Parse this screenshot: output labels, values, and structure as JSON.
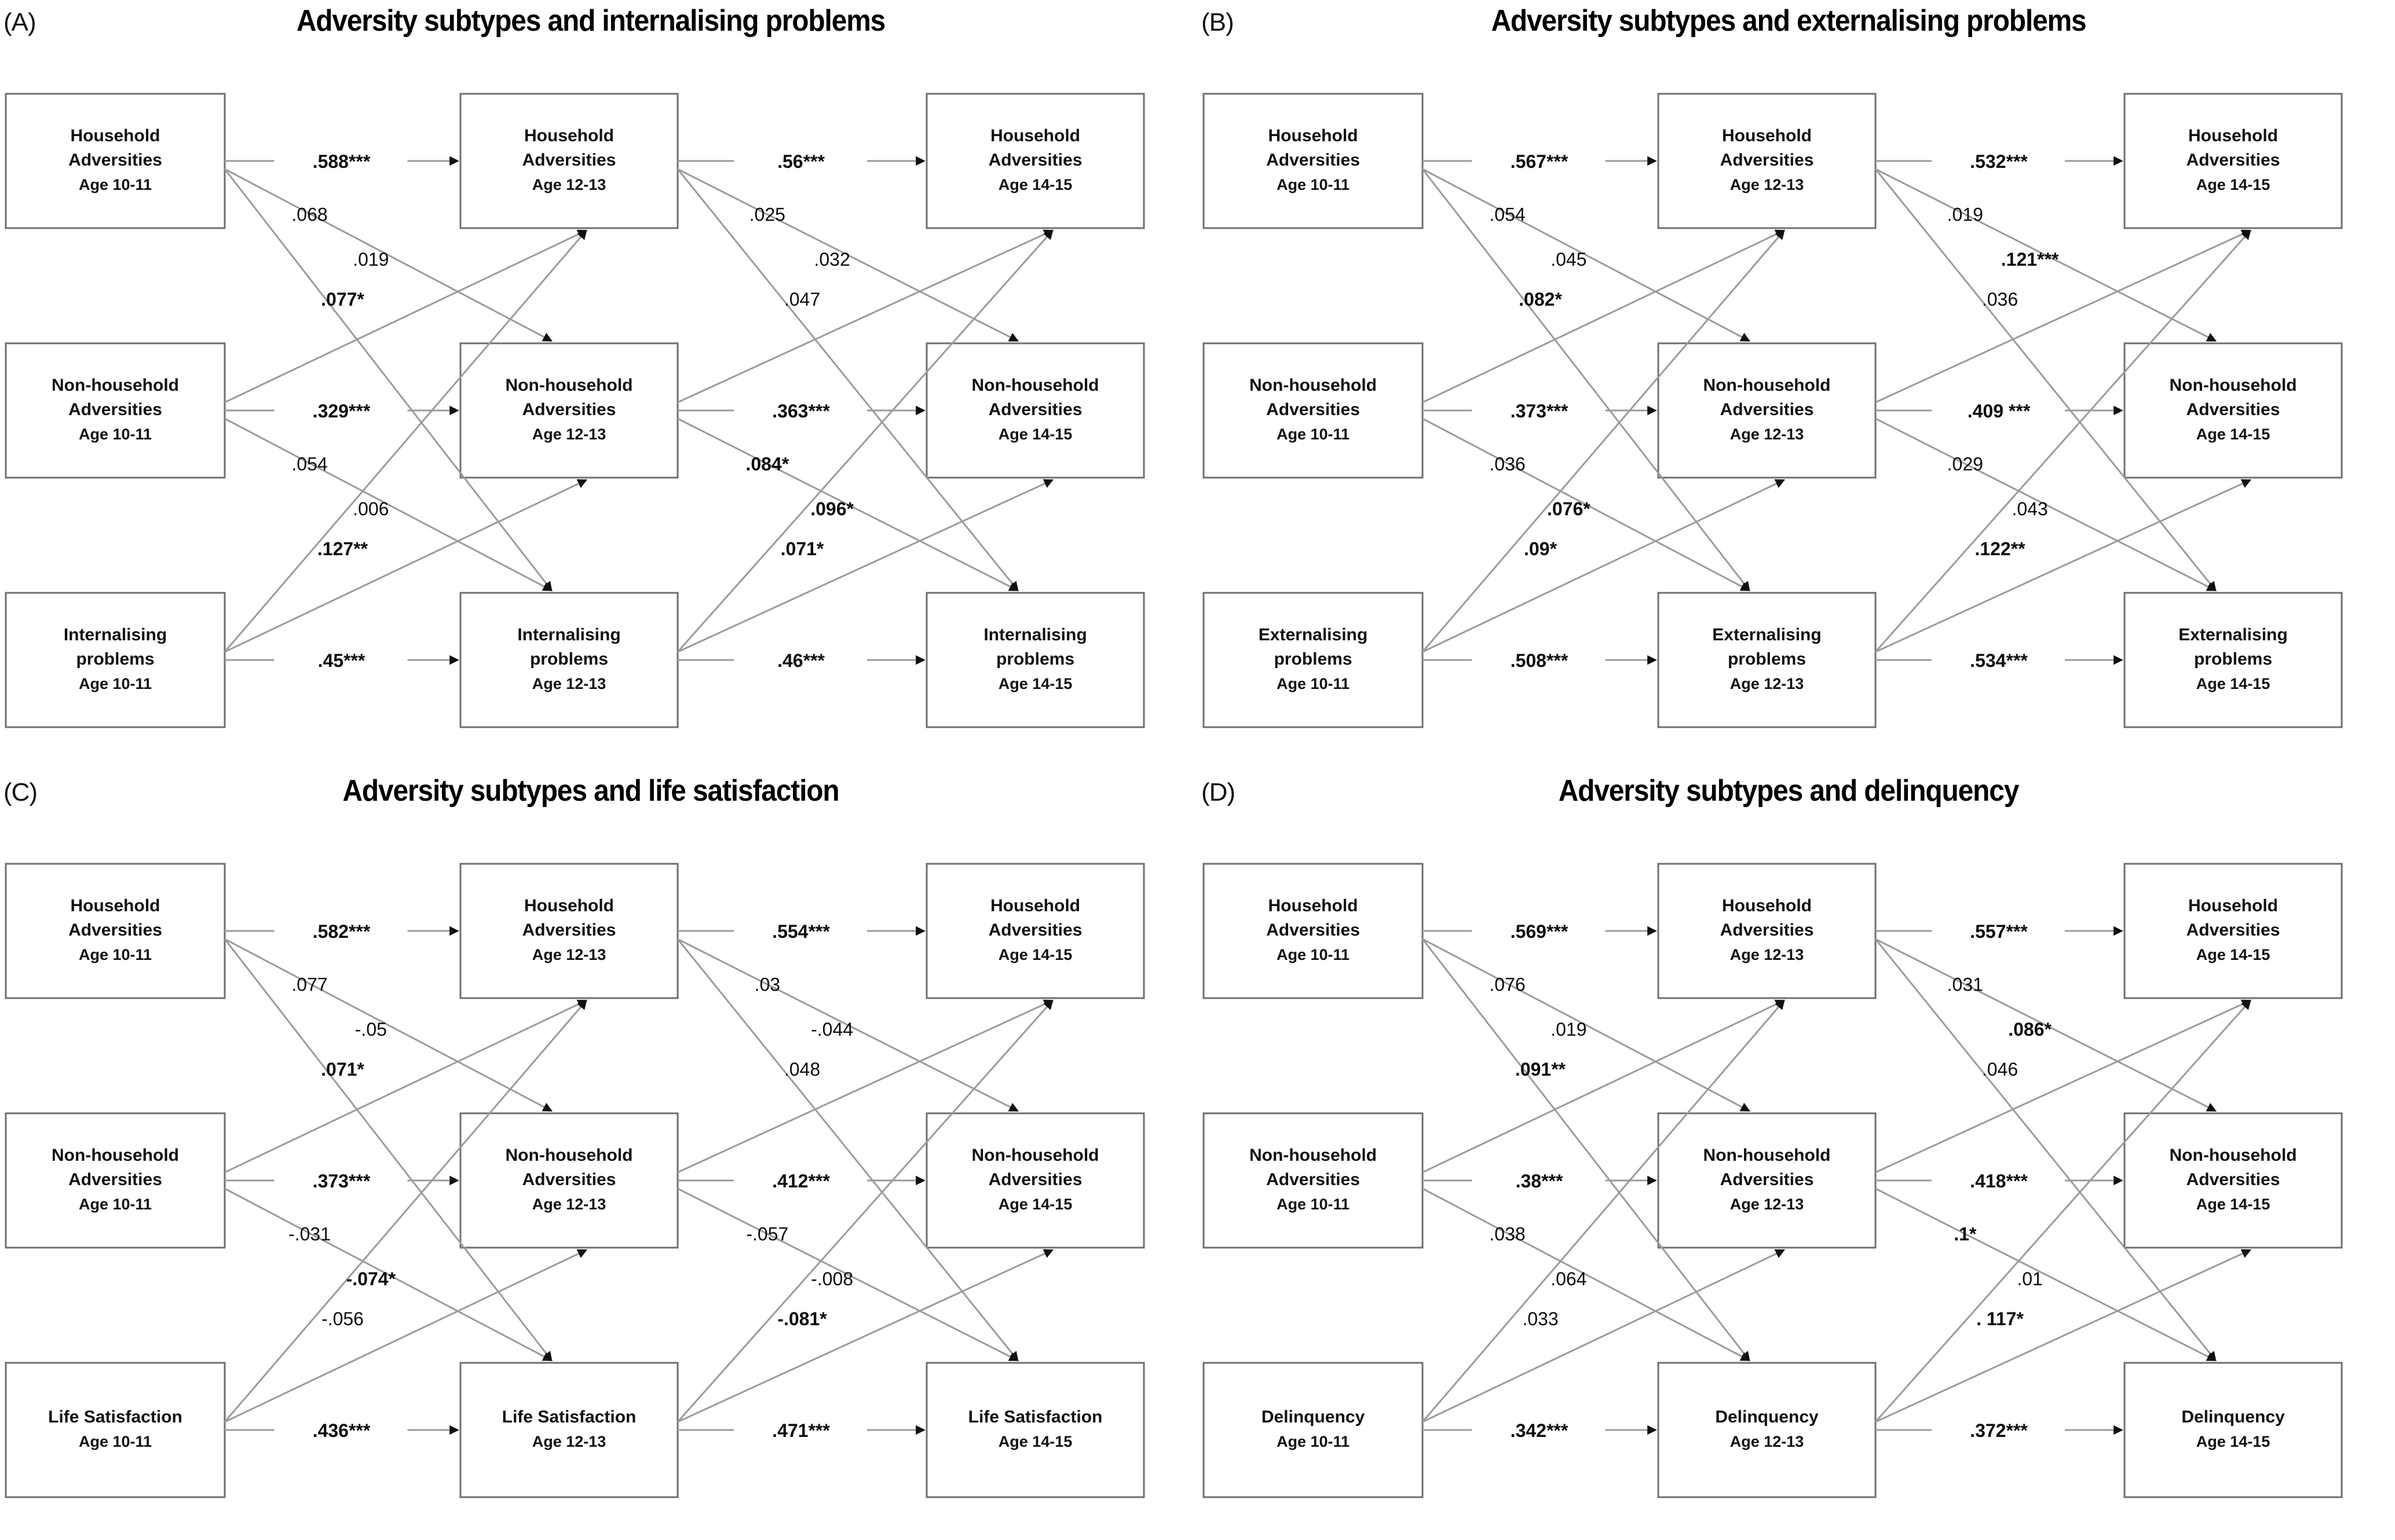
{
  "figure": {
    "type": "cross-lagged-panel-diagram",
    "panels": [
      {
        "label": "(A)",
        "title": "Adversity subtypes and internalising problems",
        "rows": [
          {
            "name": "Household Adversities",
            "line1": "Household",
            "line2": "Adversities"
          },
          {
            "name": "Non-household Adversities",
            "line1": "Non-household",
            "line2": "Adversities"
          },
          {
            "name": "Internalising problems",
            "line1": "Internalising",
            "line2": "problems"
          }
        ],
        "waves": [
          "Age 10-11",
          "Age 12-13",
          "Age 14-15"
        ],
        "paths": {
          "w1_autoregressive": [
            {
              "from": "Household Adversities",
              "to": "Household Adversities",
              "value": ".588***",
              "sig": true
            },
            {
              "from": "Non-household Adversities",
              "to": "Non-household Adversities",
              "value": ".329***",
              "sig": true
            },
            {
              "from": "Internalising problems",
              "to": "Internalising problems",
              "value": ".45***",
              "sig": true
            }
          ],
          "w1_cross": [
            {
              "label": ".068",
              "sig": false
            },
            {
              "label": ".019",
              "sig": false
            },
            {
              "label": ".077*",
              "sig": true
            },
            {
              "label": ".054",
              "sig": false
            },
            {
              "label": ".006",
              "sig": false
            },
            {
              "label": ".127**",
              "sig": true
            }
          ],
          "w2_autoregressive": [
            {
              "from": "Household Adversities",
              "to": "Household Adversities",
              "value": ".56***",
              "sig": true
            },
            {
              "from": "Non-household Adversities",
              "to": "Non-household Adversities",
              "value": ".363***",
              "sig": true
            },
            {
              "from": "Internalising problems",
              "to": "Internalising problems",
              "value": ".46***",
              "sig": true
            }
          ],
          "w2_cross": [
            {
              "label": ".025",
              "sig": false
            },
            {
              "label": ".032",
              "sig": false
            },
            {
              "label": ".047",
              "sig": false
            },
            {
              "label": ".084*",
              "sig": true
            },
            {
              "label": ".096*",
              "sig": true
            },
            {
              "label": ".071*",
              "sig": true
            }
          ]
        }
      },
      {
        "label": "(B)",
        "title": "Adversity subtypes and externalising problems",
        "rows": [
          {
            "name": "Household Adversities",
            "line1": "Household",
            "line2": "Adversities"
          },
          {
            "name": "Non-household Adversities",
            "line1": "Non-household",
            "line2": "Adversities"
          },
          {
            "name": "Externalising problems",
            "line1": "Externalising",
            "line2": "problems"
          }
        ],
        "waves": [
          "Age 10-11",
          "Age 12-13",
          "Age 14-15"
        ],
        "paths": {
          "w1_autoregressive": [
            {
              "from": "Household Adversities",
              "to": "Household Adversities",
              "value": ".567***",
              "sig": true
            },
            {
              "from": "Non-household Adversities",
              "to": "Non-household Adversities",
              "value": ".373***",
              "sig": true
            },
            {
              "from": "Externalising problems",
              "to": "Externalising problems",
              "value": ".508***",
              "sig": true
            }
          ],
          "w1_cross": [
            {
              "label": ".054",
              "sig": false
            },
            {
              "label": ".045",
              "sig": false
            },
            {
              "label": ".082*",
              "sig": true
            },
            {
              "label": ".036",
              "sig": false
            },
            {
              "label": ".076*",
              "sig": true
            },
            {
              "label": ".09*",
              "sig": true
            }
          ],
          "w2_autoregressive": [
            {
              "from": "Household Adversities",
              "to": "Household Adversities",
              "value": ".532***",
              "sig": true
            },
            {
              "from": "Non-household Adversities",
              "to": "Non-household Adversities",
              "value": ".409 ***",
              "sig": true
            },
            {
              "from": "Externalising problems",
              "to": "Externalising problems",
              "value": ".534***",
              "sig": true
            }
          ],
          "w2_cross": [
            {
              "label": ".019",
              "sig": false
            },
            {
              "label": ".121***",
              "sig": true
            },
            {
              "label": ".036",
              "sig": false
            },
            {
              "label": ".029",
              "sig": false
            },
            {
              "label": ".043",
              "sig": false
            },
            {
              "label": ".122**",
              "sig": true
            }
          ]
        }
      },
      {
        "label": "(C)",
        "title": "Adversity subtypes and life satisfaction",
        "rows": [
          {
            "name": "Household Adversities",
            "line1": "Household",
            "line2": "Adversities"
          },
          {
            "name": "Non-household Adversities",
            "line1": "Non-household",
            "line2": "Adversities"
          },
          {
            "name": "Life Satisfaction",
            "line1": "Life Satisfaction",
            "line2": ""
          }
        ],
        "waves": [
          "Age 10-11",
          "Age 12-13",
          "Age 14-15"
        ],
        "paths": {
          "w1_autoregressive": [
            {
              "from": "Household Adversities",
              "to": "Household Adversities",
              "value": ".582***",
              "sig": true
            },
            {
              "from": "Non-household Adversities",
              "to": "Non-household Adversities",
              "value": ".373***",
              "sig": true
            },
            {
              "from": "Life Satisfaction",
              "to": "Life Satisfaction",
              "value": ".436***",
              "sig": true
            }
          ],
          "w1_cross": [
            {
              "label": ".077",
              "sig": false
            },
            {
              "label": "-.05",
              "sig": false
            },
            {
              "label": ".071*",
              "sig": true
            },
            {
              "label": "-.031",
              "sig": false
            },
            {
              "label": "-.074*",
              "sig": true
            },
            {
              "label": "-.056",
              "sig": false
            }
          ],
          "w2_autoregressive": [
            {
              "from": "Household Adversities",
              "to": "Household Adversities",
              "value": ".554***",
              "sig": true
            },
            {
              "from": "Non-household Adversities",
              "to": "Non-household Adversities",
              "value": ".412***",
              "sig": true
            },
            {
              "from": "Life Satisfaction",
              "to": "Life Satisfaction",
              "value": ".471***",
              "sig": true
            }
          ],
          "w2_cross": [
            {
              "label": ".03",
              "sig": false
            },
            {
              "label": "-.044",
              "sig": false
            },
            {
              "label": ".048",
              "sig": false
            },
            {
              "label": "-.057",
              "sig": false
            },
            {
              "label": "-.008",
              "sig": false
            },
            {
              "label": "-.081*",
              "sig": true
            }
          ]
        }
      },
      {
        "label": "(D)",
        "title": "Adversity subtypes and delinquency",
        "rows": [
          {
            "name": "Household Adversities",
            "line1": "Household",
            "line2": "Adversities"
          },
          {
            "name": "Non-household Adversities",
            "line1": "Non-household",
            "line2": "Adversities"
          },
          {
            "name": "Delinquency",
            "line1": "Delinquency",
            "line2": ""
          }
        ],
        "waves": [
          "Age 10-11",
          "Age 12-13",
          "Age 14-15"
        ],
        "paths": {
          "w1_autoregressive": [
            {
              "from": "Household Adversities",
              "to": "Household Adversities",
              "value": ".569***",
              "sig": true
            },
            {
              "from": "Non-household Adversities",
              "to": "Non-household Adversities",
              "value": ".38***",
              "sig": true
            },
            {
              "from": "Delinquency",
              "to": "Delinquency",
              "value": ".342***",
              "sig": true
            }
          ],
          "w1_cross": [
            {
              "label": ".076",
              "sig": false
            },
            {
              "label": ".019",
              "sig": false
            },
            {
              "label": ".091**",
              "sig": true
            },
            {
              "label": ".038",
              "sig": false
            },
            {
              "label": ".064",
              "sig": false
            },
            {
              "label": ".033",
              "sig": false
            }
          ],
          "w2_autoregressive": [
            {
              "from": "Household Adversities",
              "to": "Household Adversities",
              "value": ".557***",
              "sig": true
            },
            {
              "from": "Non-household Adversities",
              "to": "Non-household Adversities",
              "value": ".418***",
              "sig": true
            },
            {
              "from": "Delinquency",
              "to": "Delinquency",
              "value": ".372***",
              "sig": true
            }
          ],
          "w2_cross": [
            {
              "label": ".031",
              "sig": false
            },
            {
              "label": ".086*",
              "sig": true
            },
            {
              "label": ".046",
              "sig": false
            },
            {
              "label": ".1*",
              "sig": true
            },
            {
              "label": ".01",
              "sig": false
            },
            {
              "label": ". 117*",
              "sig": true
            }
          ]
        }
      }
    ],
    "colors": {
      "box_stroke": "#6f6f6f",
      "edge": "#9b9b9b",
      "text": "#111111",
      "background": "#ffffff"
    }
  }
}
